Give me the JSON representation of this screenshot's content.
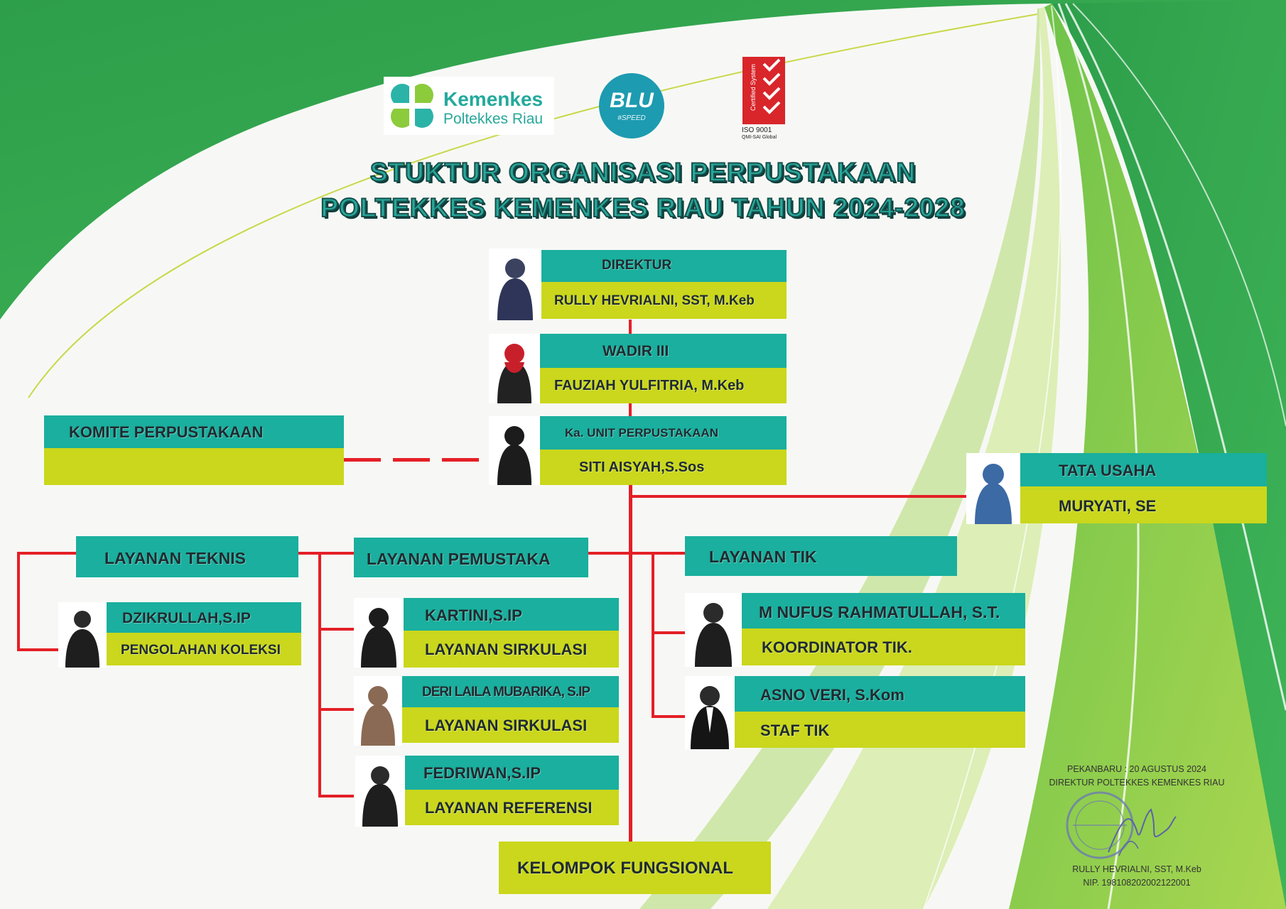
{
  "colors": {
    "teal": "#1aaf9e",
    "lime": "#cad71c",
    "connector": "#e41f26",
    "green_wave": "#2eaa4f",
    "title_fill": "#27a79a"
  },
  "logos": {
    "kemenkes_name": "Kemenkes",
    "kemenkes_sub": "Poltekkes Riau",
    "blu_text": "BLU",
    "blu_sub": "#SPEED",
    "iso_badge": "Certified System",
    "iso_label": "ISO 9001",
    "iso_sub": "QMI-SAI Global"
  },
  "title": {
    "line1": "STUKTUR ORGANISASI PERPUSTAKAAN",
    "line2": "POLTEKKES KEMENKES RIAU TAHUN 2024-2028"
  },
  "direktur": {
    "role": "DIREKTUR",
    "name": "RULLY HEVRIALNI, SST, M.Keb"
  },
  "wadir": {
    "role": "WADIR III",
    "name": "FAUZIAH YULFITRIA, M.Keb"
  },
  "kaunit": {
    "role": "Ka. UNIT PERPUSTAKAAN",
    "name": "SITI AISYAH,S.Sos"
  },
  "komite": {
    "role": "KOMITE PERPUSTAKAAN",
    "name": ""
  },
  "tata_usaha": {
    "role": "TATA USAHA",
    "name": "MURYATI, SE"
  },
  "layanan_teknis": {
    "label": "LAYANAN TEKNIS",
    "staff": [
      {
        "name": "DZIKRULLAH,S.IP",
        "role": "PENGOLAHAN KOLEKSI"
      }
    ]
  },
  "layanan_pemustaka": {
    "label": "LAYANAN PEMUSTAKA",
    "staff": [
      {
        "name": "KARTINI,S.IP",
        "role": "LAYANAN SIRKULASI"
      },
      {
        "name": "DERI LAILA MUBARIKA, S.IP",
        "role": "LAYANAN SIRKULASI"
      },
      {
        "name": "FEDRIWAN,S.IP",
        "role": "LAYANAN REFERENSI"
      }
    ]
  },
  "layanan_tik": {
    "label": "LAYANAN TIK",
    "staff": [
      {
        "name": "M NUFUS RAHMATULLAH, S.T.",
        "role": "KOORDINATOR TIK."
      },
      {
        "name": "ASNO VERI, S.Kom",
        "role": "STAF TIK"
      }
    ]
  },
  "kelompok": {
    "label": "KELOMPOK FUNGSIONAL"
  },
  "signature": {
    "place_date": "PEKANBARU : 20 AGUSTUS 2024",
    "office": "DIREKTUR POLTEKKES KEMENKES RIAU",
    "name": "RULLY HEVRIALNI, SST, M.Keb",
    "nip": "NIP. 198108202002122001"
  }
}
